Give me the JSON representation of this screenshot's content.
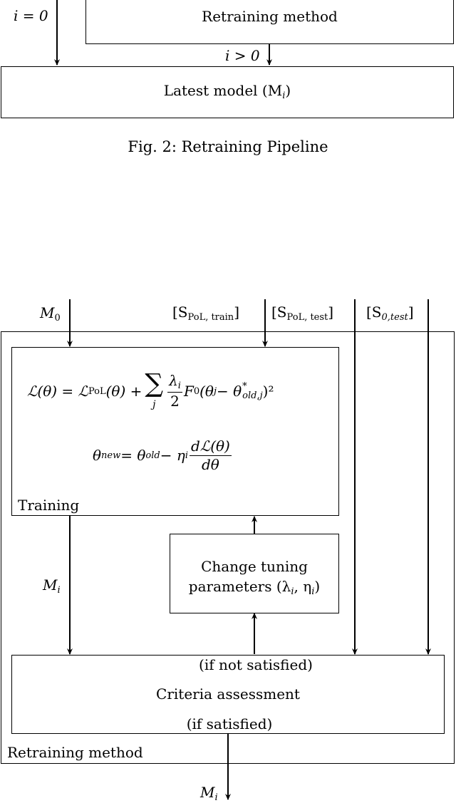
{
  "top": {
    "i_eq_0": "i = 0",
    "retraining_method_label": "Retraining method",
    "i_gt_0": "i > 0",
    "latest_model_label": "Latest model (M",
    "latest_model_sub": "i",
    "latest_model_close": ")",
    "caption": "Fig. 2: Retraining Pipeline"
  },
  "inputs": {
    "m0_label": "M",
    "m0_sub": "0",
    "spol_train_open": "[S",
    "spol_train_sub": "PoL, train",
    "spol_train_close": "]",
    "spol_test_open": "[S",
    "spol_test_sub": "PoL, test",
    "spol_test_close": "]",
    "s0_test_open": "[S",
    "s0_test_sub": "0,test",
    "s0_test_close": "]"
  },
  "training": {
    "label": "Training",
    "eq1": {
      "lhs": "ℒ(θ) = ℒ",
      "lhs_sub": "PoL",
      "mid": "(θ) +",
      "sum_symbol": "∑",
      "sum_index": "j",
      "frac_num": "λ",
      "frac_num_sub": "i",
      "frac_den": "2",
      "tail": "F",
      "tail_sub": "0",
      "tail2": "(θ",
      "tail2_sub": "j",
      "tail3": " − θ",
      "tail3_sup": "*",
      "tail3_sub": "old,j",
      "tail4": ")²"
    },
    "eq2": {
      "lhs": "θ",
      "lhs_sub": "new",
      "mid": " = θ",
      "mid_sub": "old",
      "minus": " − η",
      "minus_sub": "i",
      "frac_num": "dℒ(θ)",
      "frac_den": "dθ"
    }
  },
  "tuning": {
    "line1": "Change tuning",
    "line2_pre": "parameters (λ",
    "line2_sub1": "i",
    "line2_mid": ", η",
    "line2_sub2": "i",
    "line2_close": ")"
  },
  "mi_mid": {
    "label": "M",
    "sub": "i"
  },
  "criteria": {
    "not_satisfied": "(if not satisfied)",
    "label": "Criteria assessment",
    "satisfied": "(if satisfied)"
  },
  "outer_label": "Retraining method",
  "output": {
    "label": "M",
    "sub": "i"
  }
}
